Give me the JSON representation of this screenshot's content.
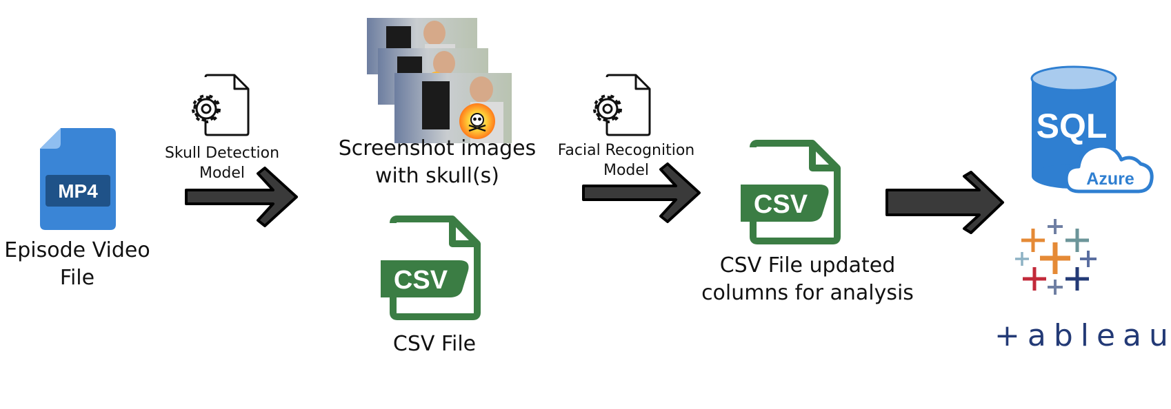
{
  "steps": {
    "video": {
      "label_line1": "Episode Video",
      "label_line2": "File",
      "badge": "MP4",
      "icon": "mp4-file-icon",
      "color": "#3a85d6"
    },
    "skull_model": {
      "label_line1": "Skull Detection",
      "label_line2": "Model",
      "icon": "gear-document-icon"
    },
    "screenshots": {
      "label_line1": "Screenshot images",
      "label_line2": "with skull(s)"
    },
    "csv1": {
      "label": "CSV File",
      "badge": "CSV",
      "icon": "csv-file-icon",
      "color": "#3b7d44"
    },
    "face_model": {
      "label_line1": "Facial Recognition",
      "label_line2": "Model",
      "icon": "gear-document-icon"
    },
    "csv2": {
      "label_line1": "CSV File  updated",
      "label_line2": "columns for analysis",
      "badge": "CSV",
      "icon": "csv-file-icon",
      "color": "#3b7d44"
    },
    "sql": {
      "text": "SQL",
      "cloud_text": "Azure",
      "icon": "azure-sql-database-icon",
      "color": "#2f7fd1"
    },
    "tableau": {
      "text": "+ableau",
      "icon": "tableau-logo"
    }
  },
  "arrows": [
    "arrow-icon",
    "arrow-icon",
    "arrow-icon"
  ]
}
